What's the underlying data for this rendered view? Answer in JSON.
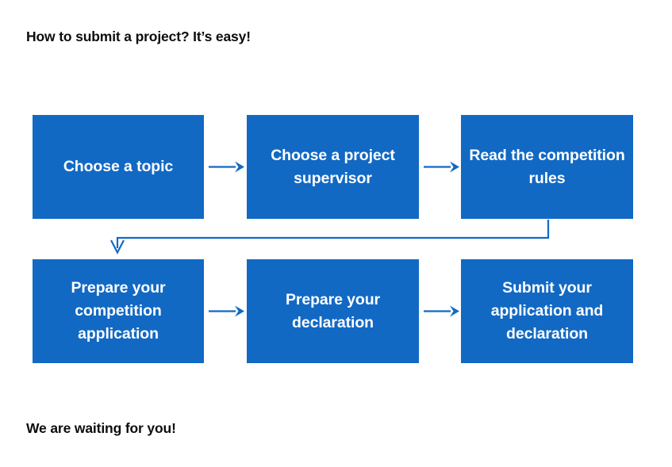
{
  "page": {
    "title_text": "How to submit a project? It’s easy!",
    "footer_text": "We are waiting for you!",
    "background_color": "#ffffff",
    "text_color": "#0d0d0d"
  },
  "theme": {
    "box_fill": "#1269C4",
    "box_text_color": "#ffffff",
    "arrow_color": "#1269C4"
  },
  "flow": {
    "steps": [
      {
        "id": "step-1",
        "label": "Choose a topic",
        "row": 1,
        "column": 1
      },
      {
        "id": "step-2",
        "label": "Choose a project supervisor",
        "row": 1,
        "column": 2
      },
      {
        "id": "step-3",
        "label": "Read the competition rules",
        "row": 1,
        "column": 3
      },
      {
        "id": "step-4",
        "label": "Prepare your competition application",
        "row": 2,
        "column": 1
      },
      {
        "id": "step-5",
        "label": "Prepare your declaration",
        "row": 2,
        "column": 2
      },
      {
        "id": "step-6",
        "label": "Submit your application and declaration",
        "row": 2,
        "column": 3
      }
    ],
    "connectors": [
      {
        "name": "arrow-step1-to-step2",
        "type": "straight-right"
      },
      {
        "name": "arrow-step2-to-step3",
        "type": "straight-right"
      },
      {
        "name": "arrow-step3-to-step4",
        "type": "elbow-wrap-down-left"
      },
      {
        "name": "arrow-step4-to-step5",
        "type": "straight-right"
      },
      {
        "name": "arrow-step5-to-step6",
        "type": "straight-right"
      }
    ]
  }
}
